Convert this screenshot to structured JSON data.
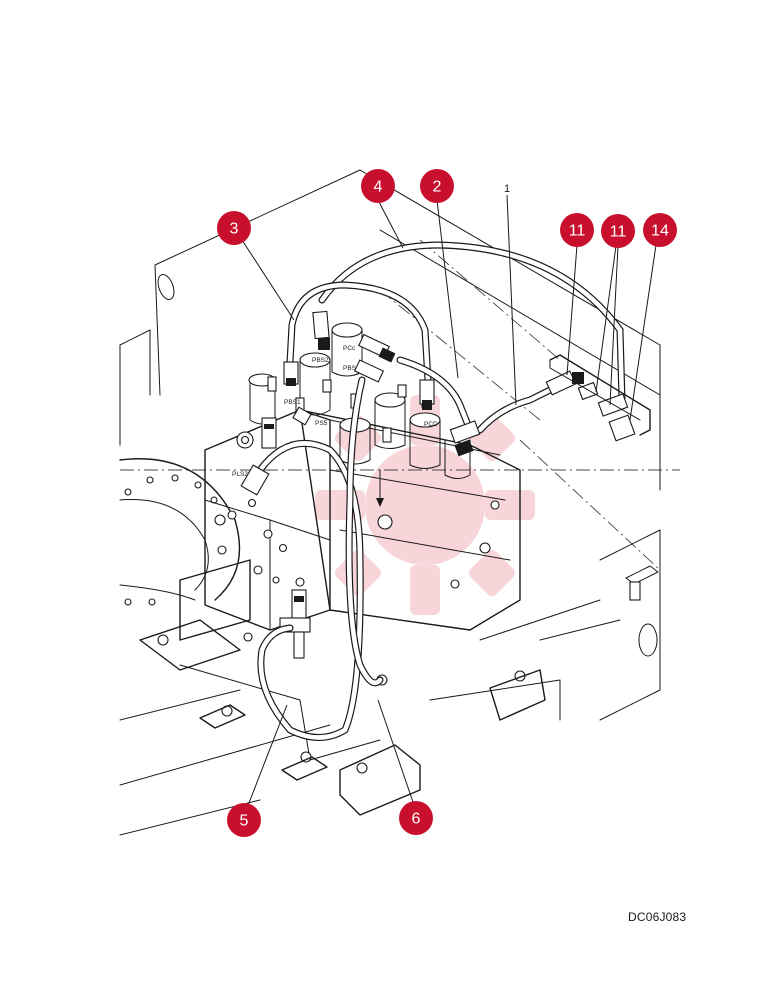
{
  "callouts": [
    {
      "id": "c4",
      "label": "4"
    },
    {
      "id": "c2",
      "label": "2"
    },
    {
      "id": "c3",
      "label": "3"
    },
    {
      "id": "c11a",
      "label": "11"
    },
    {
      "id": "c11b",
      "label": "11"
    },
    {
      "id": "c14",
      "label": "14"
    },
    {
      "id": "c5",
      "label": "5"
    },
    {
      "id": "c6",
      "label": "6"
    }
  ],
  "plain_label": "1",
  "port_labels": [
    "PBS2",
    "PCc",
    "PBS",
    "PBS1",
    "PS5",
    "PCD",
    "PLS2"
  ],
  "drawing_code": "DC06J083",
  "colors": {
    "callout": "#c8102e",
    "line": "#1a1a1a",
    "background": "#ffffff"
  }
}
